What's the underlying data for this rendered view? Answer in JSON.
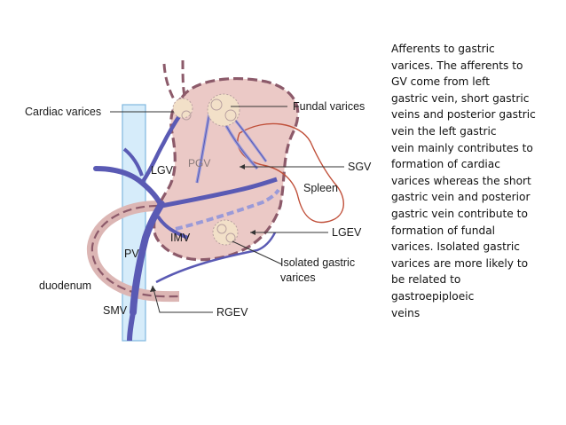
{
  "labels": {
    "cardiac_varices": "Cardiac varices",
    "fundal_varices": "Fundal varices",
    "lgv": "LGV",
    "pgv": "PGV",
    "sgv": "SGV",
    "spleen": "Spleen",
    "imv": "IMV",
    "lgev": "LGEV",
    "pv": "PV",
    "isolated_gastric_varices_line1": "Isolated gastric",
    "isolated_gastric_varices_line2": "varices",
    "duodenum": "duodenum",
    "smv": "SMV",
    "rgev": "RGEV"
  },
  "caption": {
    "lines": [
      "Afferents to gastric",
      "varices. The afferents to",
      "GV come from left",
      "gastric vein, short gastric",
      "veins and posterior gastric",
      "vein the left gastric",
      "vein mainly contributes to",
      "formation of cardiac",
      "varices whereas the short",
      "gastric vein and posterior",
      "gastric vein contribute to",
      "formation of fundal",
      "varices. Isolated gastric",
      "varices are more likely to",
      "be related to",
      "gastroepiploeic",
      "veins"
    ]
  },
  "colors": {
    "stomach_fill": "#ebc9c6",
    "stomach_outline": "#8c5a6a",
    "vein_blue": "#5a5ab4",
    "vein_blue_light": "#9a9ad8",
    "portal_column": "#d6ecfa",
    "spleen_outline": "#c0503a",
    "varix_fill": "#f2e0c8"
  }
}
